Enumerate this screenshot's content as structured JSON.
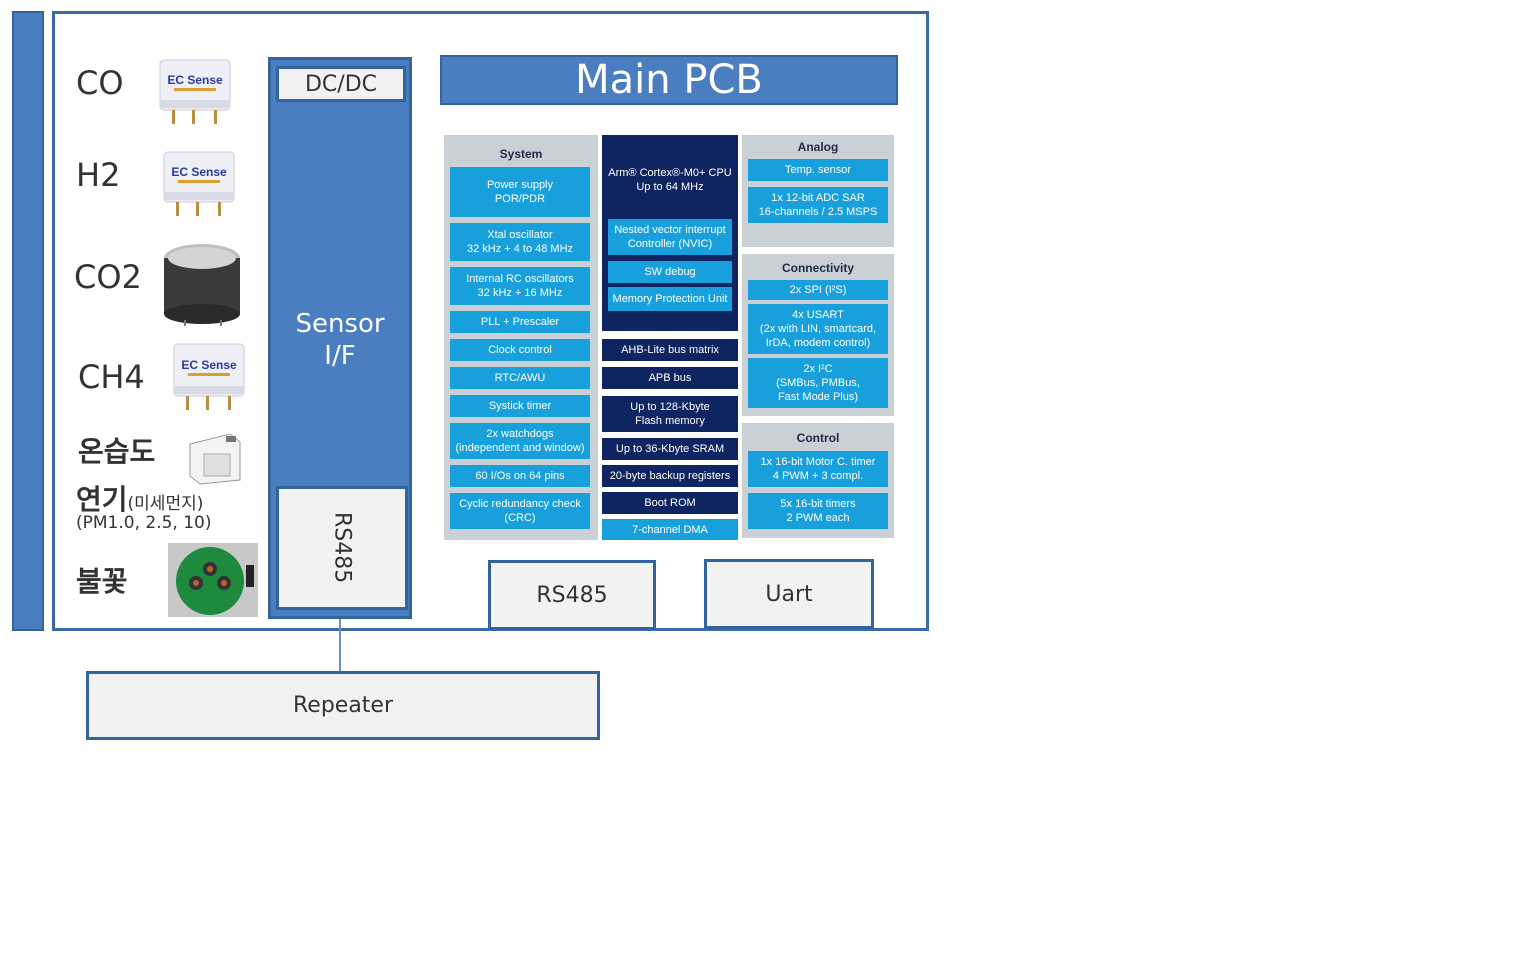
{
  "sensors": {
    "co": "CO",
    "h2": "H2",
    "co2": "CO2",
    "ch4": "CH4",
    "humidity": "온습도",
    "smoke": "연기",
    "smoke_sub": "(미세먼지)",
    "smoke_pm": "(PM1.0,  2.5,  10)",
    "flame": "불꽃",
    "ec_sense_brand": "EC Sense"
  },
  "sensor_if": {
    "dcdc": "DC/DC",
    "title_line1": "Sensor",
    "title_line2": "I/F",
    "rs485": "RS485"
  },
  "main_pcb": {
    "title": "Main PCB",
    "system": {
      "title": "System",
      "items": [
        "Power supply\nPOR/PDR",
        "Xtal oscillator\n32 kHz + 4 to 48 MHz",
        "Internal RC oscillators\n32 kHz + 16 MHz",
        "PLL + Prescaler",
        "Clock control",
        "RTC/AWU",
        "Systick timer",
        "2x watchdogs\n(independent and window)",
        "60 I/Os on 64 pins",
        "Cyclic redundancy check\n(CRC)"
      ]
    },
    "core": {
      "cpu": "Arm® Cortex®-M0+ CPU\nUp to 64 MHz",
      "nvic": "Nested vector interrupt\nController (NVIC)",
      "swdebug": "SW debug",
      "mpu": "Memory Protection Unit",
      "items": [
        "AHB-Lite bus matrix",
        "APB bus",
        "Up to 128-Kbyte\nFlash memory",
        "Up to 36-Kbyte SRAM",
        "20-byte backup registers",
        "Boot ROM",
        "7-channel DMA"
      ]
    },
    "analog": {
      "title": "Analog",
      "items": [
        "Temp. sensor",
        "1x 12-bit ADC SAR\n16-channels / 2.5 MSPS"
      ]
    },
    "connectivity": {
      "title": "Connectivity",
      "items": [
        "2x SPI (I²S)",
        "4x USART\n(2x with LIN, smartcard,\nIrDA, modem control)",
        "2x I²C\n(SMBus, PMBus,\nFast Mode Plus)"
      ]
    },
    "control": {
      "title": "Control",
      "items": [
        "1x 16-bit Motor C. timer\n4 PWM + 3 compl.",
        "5x 16-bit timers\n2 PWM each"
      ]
    },
    "rs485": "RS485",
    "uart": "Uart"
  },
  "repeater": "Repeater",
  "colors": {
    "frame_blue": "#3b6aa6",
    "block_blue": "#4a7ec0",
    "cell_cyan": "#18a0dd",
    "cell_navy": "#0f2561",
    "panel_gray": "#c9d0d6"
  }
}
